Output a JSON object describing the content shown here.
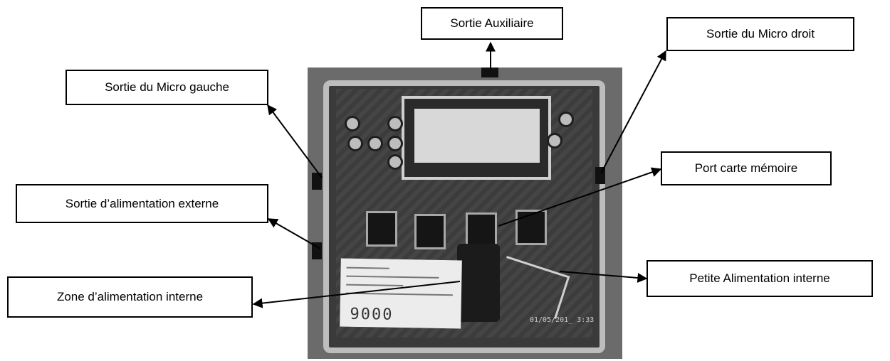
{
  "labels": {
    "aux_output": "Sortie Auxiliaire",
    "right_mic_output": "Sortie du Micro droit",
    "left_mic_output": "Sortie du Micro gauche",
    "memory_card_port": "Port carte mémoire",
    "external_power_output": "Sortie d’alimentation externe",
    "small_internal_power": "Petite Alimentation interne",
    "internal_power_zone": "Zone d’alimentation interne"
  },
  "photo": {
    "paper_number": "9000",
    "date_stamp": "01/05/201_ 3:33"
  },
  "colors": {
    "border": "#000000",
    "background": "#ffffff"
  }
}
